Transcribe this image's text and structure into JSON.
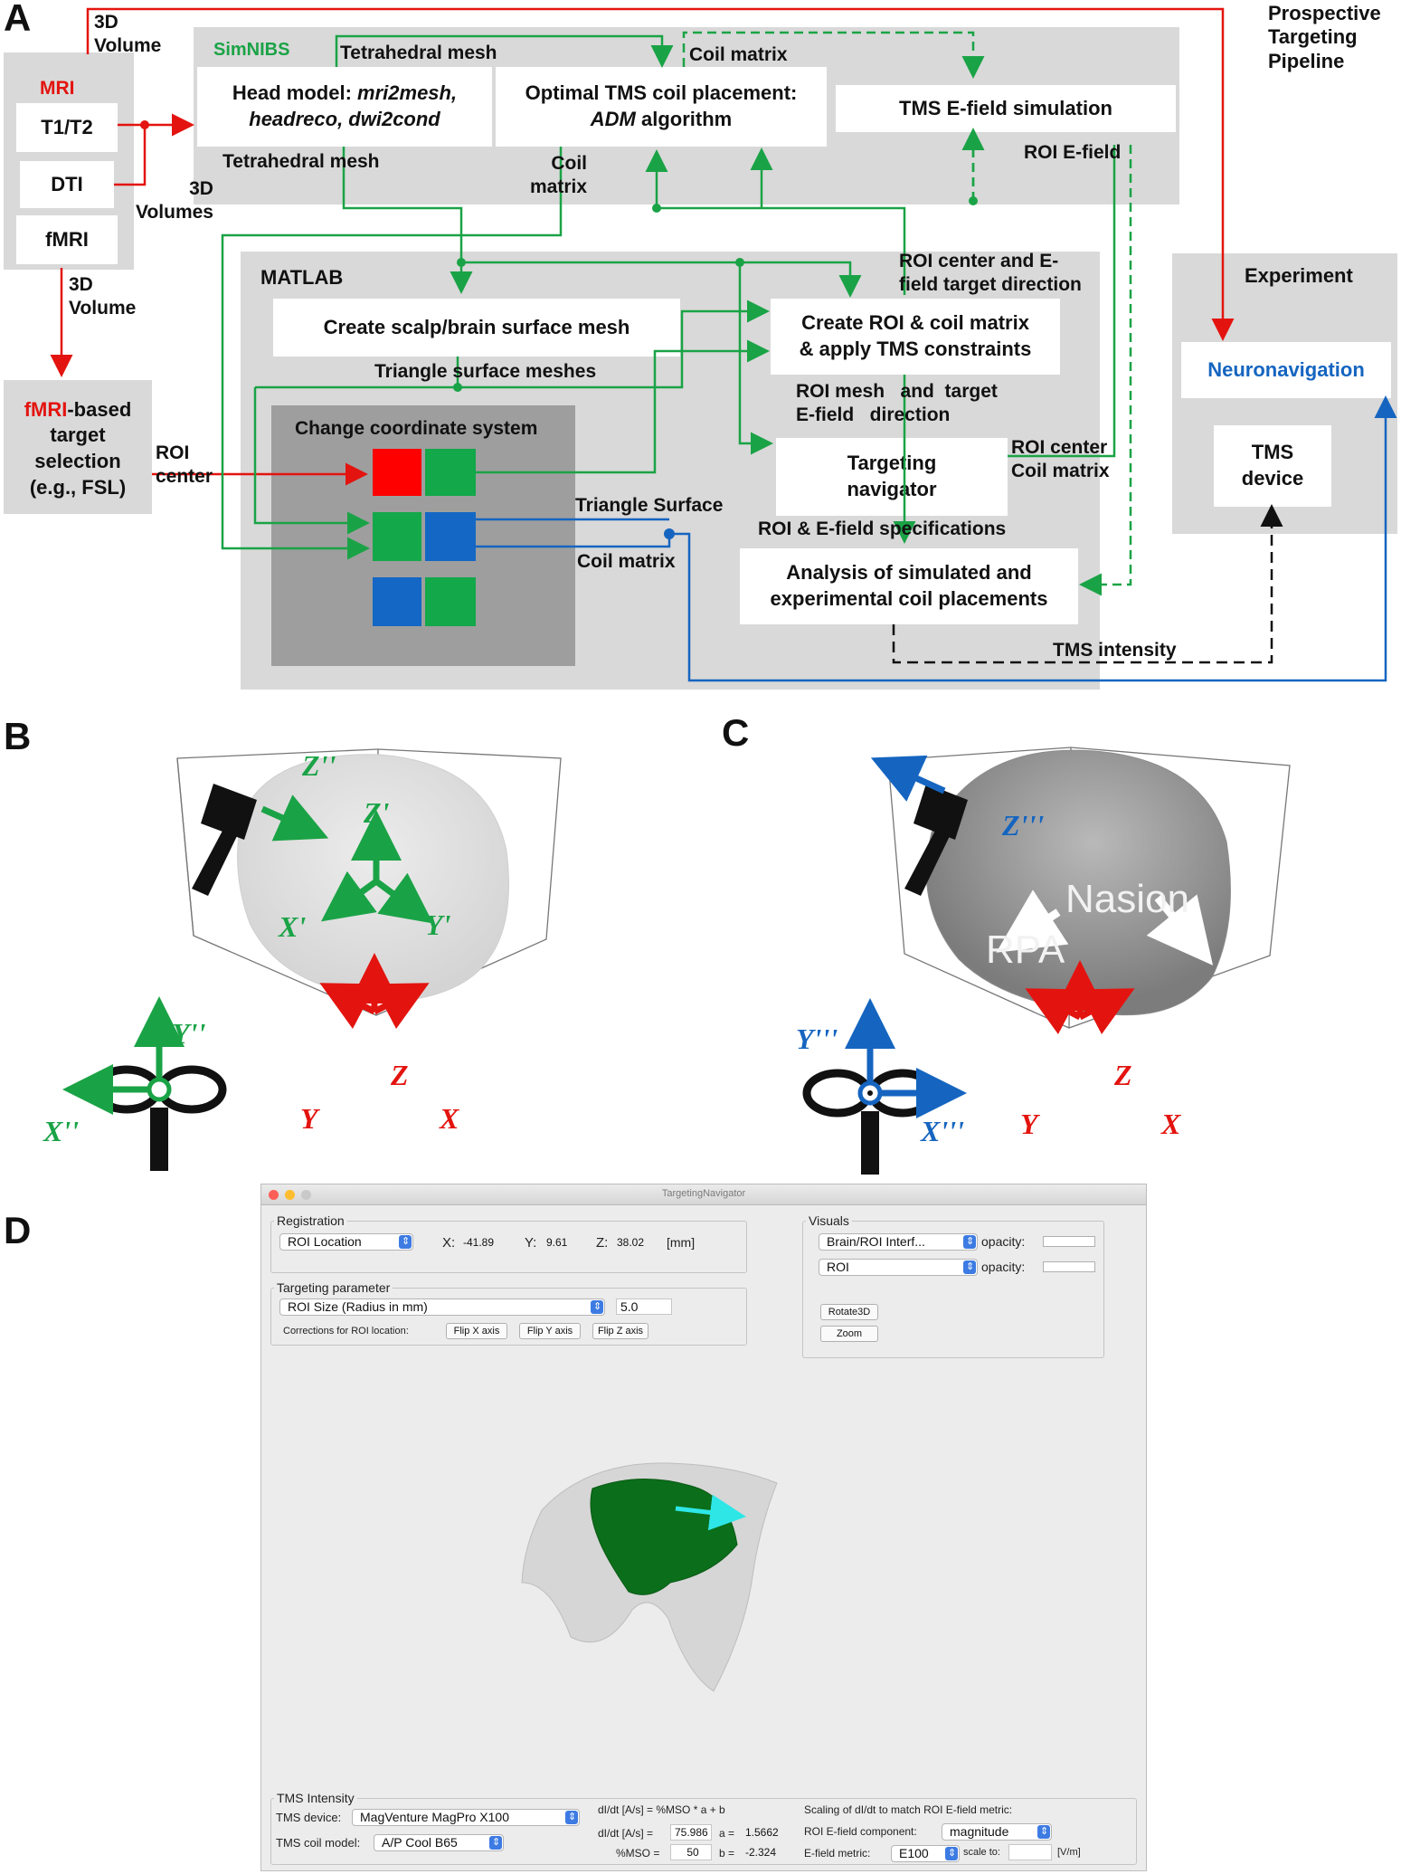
{
  "panels": {
    "a": "A",
    "b": "B",
    "c": "C",
    "d": "D"
  },
  "pipeline_title": "Prospective\nTargeting\nPipeline",
  "mri": {
    "title": "MRI",
    "items": [
      "T1/T2",
      "DTI",
      "fMRI"
    ]
  },
  "simnibs": {
    "title": "SimNIBS",
    "head_model_line1_pre": "Head model: ",
    "head_model_line1_it": "mri2mesh,",
    "head_model_line2": "headreco, dwi2cond",
    "coil_placement_line1": "Optimal TMS coil placement:",
    "coil_placement_it": "ADM",
    "coil_placement_line2": " algorithm",
    "efield_sim": "TMS E-field simulation"
  },
  "matlab": {
    "title": "MATLAB",
    "scalp_mesh": "Create scalp/brain surface mesh",
    "roi_coil": "Create ROI & coil matrix\n& apply TMS constraints",
    "nav": "Targeting\nnavigator",
    "analysis": "Analysis of simulated and\nexperimental coil placements",
    "coord_title": "Change coordinate system"
  },
  "fmri_target": {
    "pre": "fMRI",
    "text": "-based\ntarget\nselection\n(e.g., FSL)"
  },
  "experiment": {
    "title": "Experiment",
    "neuronav": "Neuronavigation",
    "device": "TMS\ndevice"
  },
  "labels": {
    "vol1": "3D\nVolume",
    "vol2": "3D\nVolumes",
    "vol3": "3D\nVolume",
    "tet_top": "Tetrahedral mesh",
    "tet_bottom": "Tetrahedral mesh",
    "coil_matrix_top": "Coil matrix",
    "coil_matrix_mid": "Coil\nmatrix",
    "roi_efield": "ROI E-field",
    "roi_center_dir": "ROI center and E-\nfield target direction",
    "tri_meshes": "Triangle  surface meshes",
    "roi_mesh": "ROI mesh   and  target\nE-field   direction",
    "roi_center_coil": "ROI center\nCoil matrix",
    "tri_surface": "Triangle Surface",
    "coil_matrix_low": "Coil matrix",
    "roi_efield_spec": "ROI & E-field   specifications",
    "roi_center_left": "ROI\ncenter",
    "tms_intensity": "TMS intensity"
  },
  "panel_b": {
    "z2": "Z''",
    "z1": "Z'",
    "x1": "X'",
    "y1": "Y'",
    "y2": "Y''",
    "x2": "X''",
    "z": "Z",
    "y": "Y",
    "x": "X"
  },
  "panel_c": {
    "z3": "Z'''",
    "nasion": "Nasion",
    "rpa": "RPA",
    "y3": "Y'''",
    "x3": "X'''",
    "z": "Z",
    "y": "Y",
    "x": "X"
  },
  "window": {
    "title": "TargetingNavigator",
    "registration": {
      "title": "Registration",
      "select": "ROI Location",
      "x_label": "X:",
      "x": "-41.89",
      "y_label": "Y:",
      "y": "9.61",
      "z_label": "Z:",
      "z": "38.02",
      "unit": "[mm]"
    },
    "targeting": {
      "title": "Targeting parameter",
      "select": "ROI Size (Radius in mm)",
      "value": "5.0",
      "corrections": "Corrections for ROI location:",
      "flip_x": "Flip X axis",
      "flip_y": "Flip Y axis",
      "flip_z": "Flip Z axis"
    },
    "visuals": {
      "title": "Visuals",
      "select1": "Brain/ROI Interf...",
      "select2": "ROI",
      "opacity": "opacity:",
      "rotate": "Rotate3D",
      "zoom": "Zoom"
    },
    "intensity": {
      "title": "TMS Intensity",
      "device_label": "TMS device:",
      "device": "MagVenture MagPro X100",
      "coil_label": "TMS coil model:",
      "coil": "A/P Cool B65",
      "formula": "dI/dt [A/s] = %MSO * a + b",
      "didt_label": "dI/dt [A/s] =",
      "didt": "75.986",
      "a_label": "a =",
      "a": "1.5662",
      "mso_label": "%MSO =",
      "mso": "50",
      "b_label": "b =",
      "b": "-2.324",
      "scaling": "Scaling of dI/dt to match ROI E-field metric:",
      "comp_label": "ROI E-field component:",
      "comp": "magnitude",
      "metric_label": "E-field metric:",
      "metric": "E100",
      "scale_label": "scale to:",
      "unit": "[V/m]"
    }
  },
  "colors": {
    "green": "#1aa346",
    "red": "#e3140f",
    "blue": "#1565c0",
    "gray_box": "#d9d9d9",
    "dark_box": "#9e9e9e"
  }
}
